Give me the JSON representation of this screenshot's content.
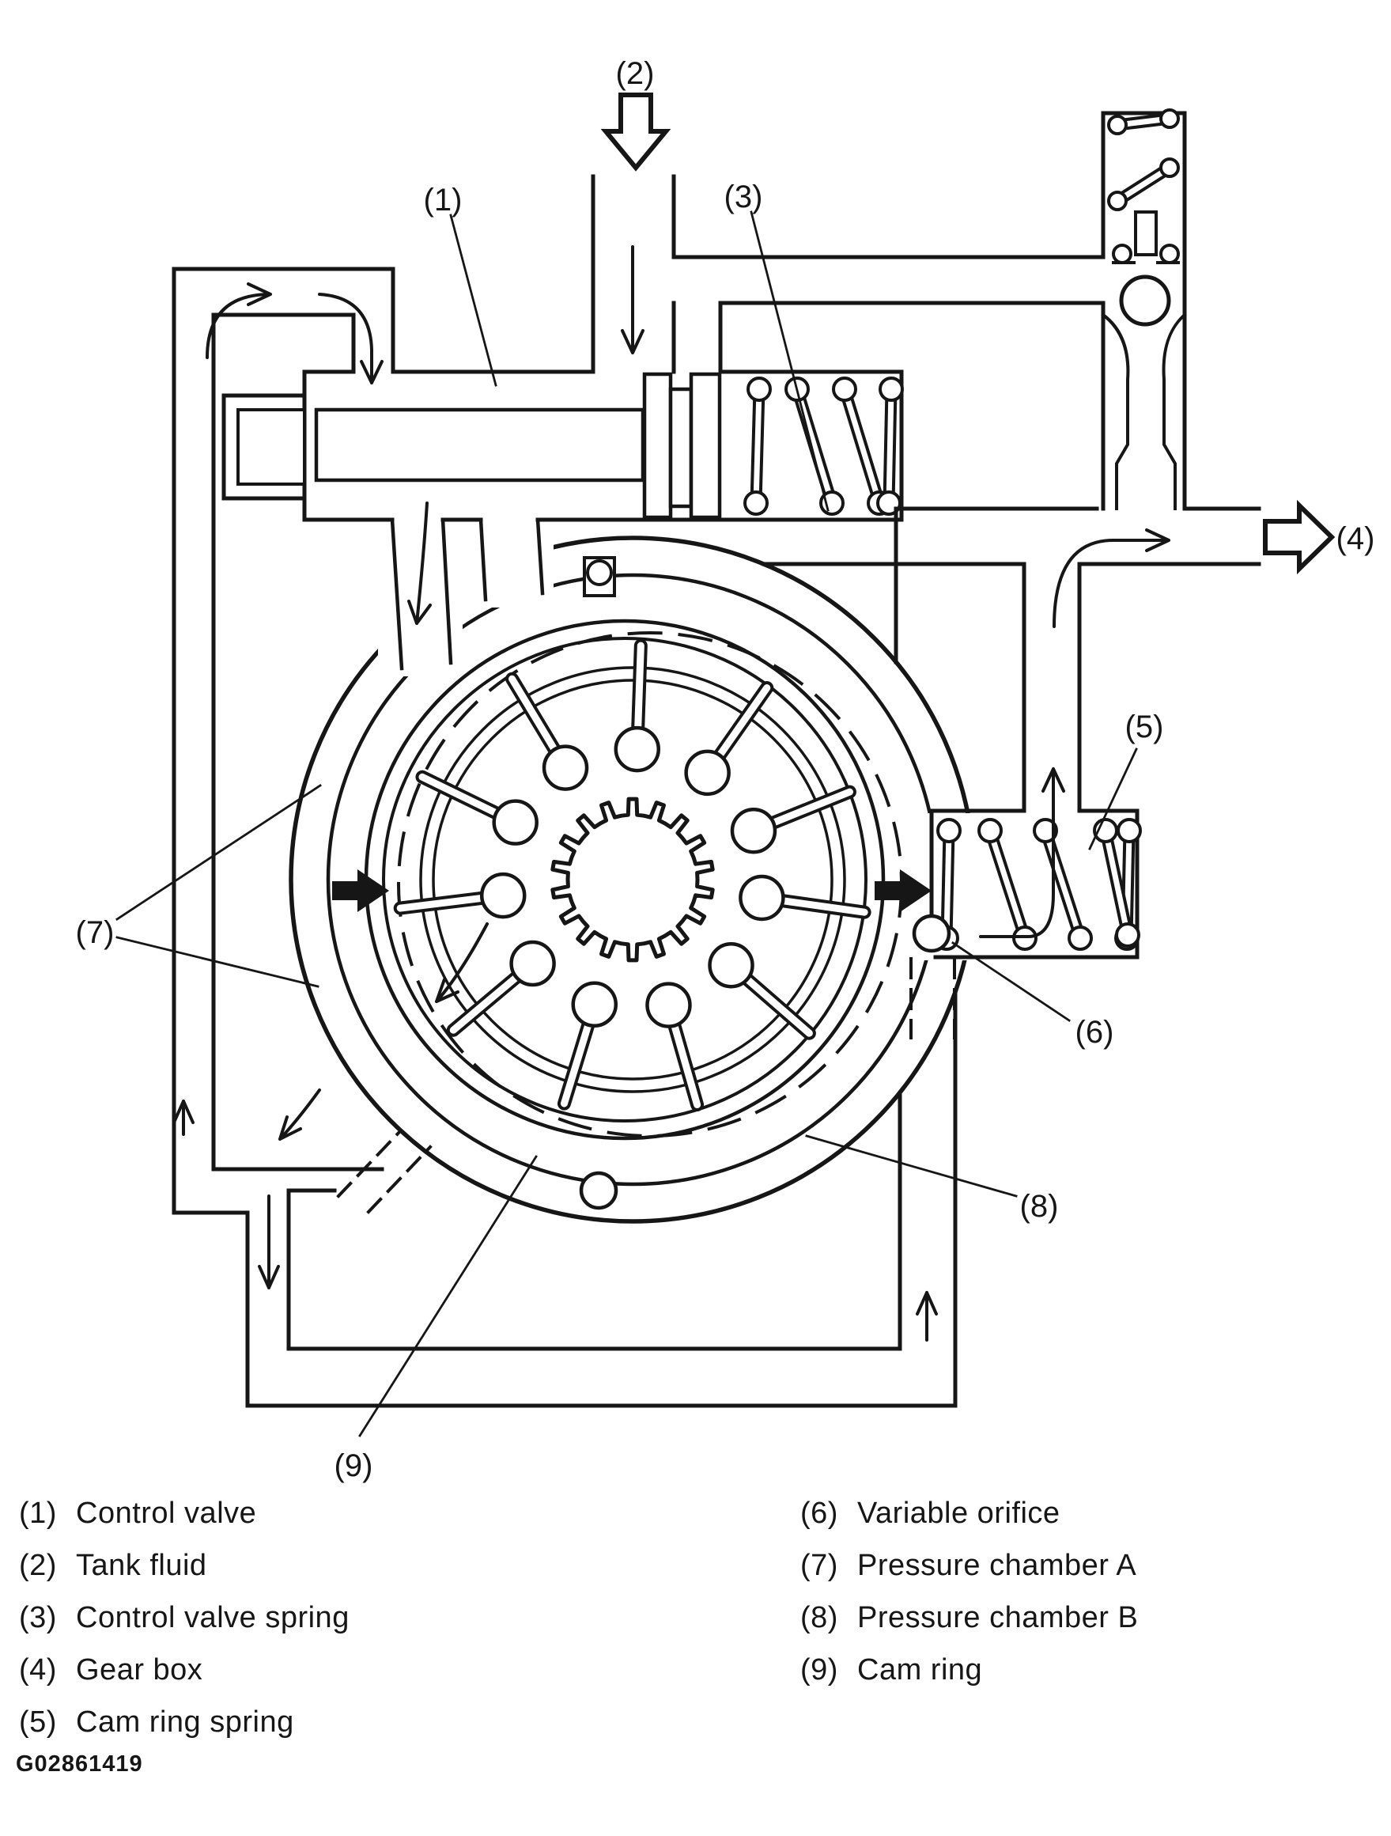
{
  "figure_id": "G02861419",
  "callouts": {
    "c1": "(1)",
    "c2": "(2)",
    "c3": "(3)",
    "c4": "(4)",
    "c5": "(5)",
    "c6": "(6)",
    "c7": "(7)",
    "c8": "(8)",
    "c9": "(9)"
  },
  "legend": {
    "left": [
      {
        "num": "(1)",
        "label": "Control valve"
      },
      {
        "num": "(2)",
        "label": "Tank fluid"
      },
      {
        "num": "(3)",
        "label": "Control valve spring"
      },
      {
        "num": "(4)",
        "label": "Gear box"
      },
      {
        "num": "(5)",
        "label": "Cam ring spring"
      }
    ],
    "right": [
      {
        "num": "(6)",
        "label": "Variable orifice"
      },
      {
        "num": "(7)",
        "label": "Pressure chamber A"
      },
      {
        "num": "(8)",
        "label": "Pressure chamber B"
      },
      {
        "num": "(9)",
        "label": "Cam ring"
      }
    ]
  },
  "colors": {
    "ink": "#161616",
    "paper": "#ffffff"
  }
}
